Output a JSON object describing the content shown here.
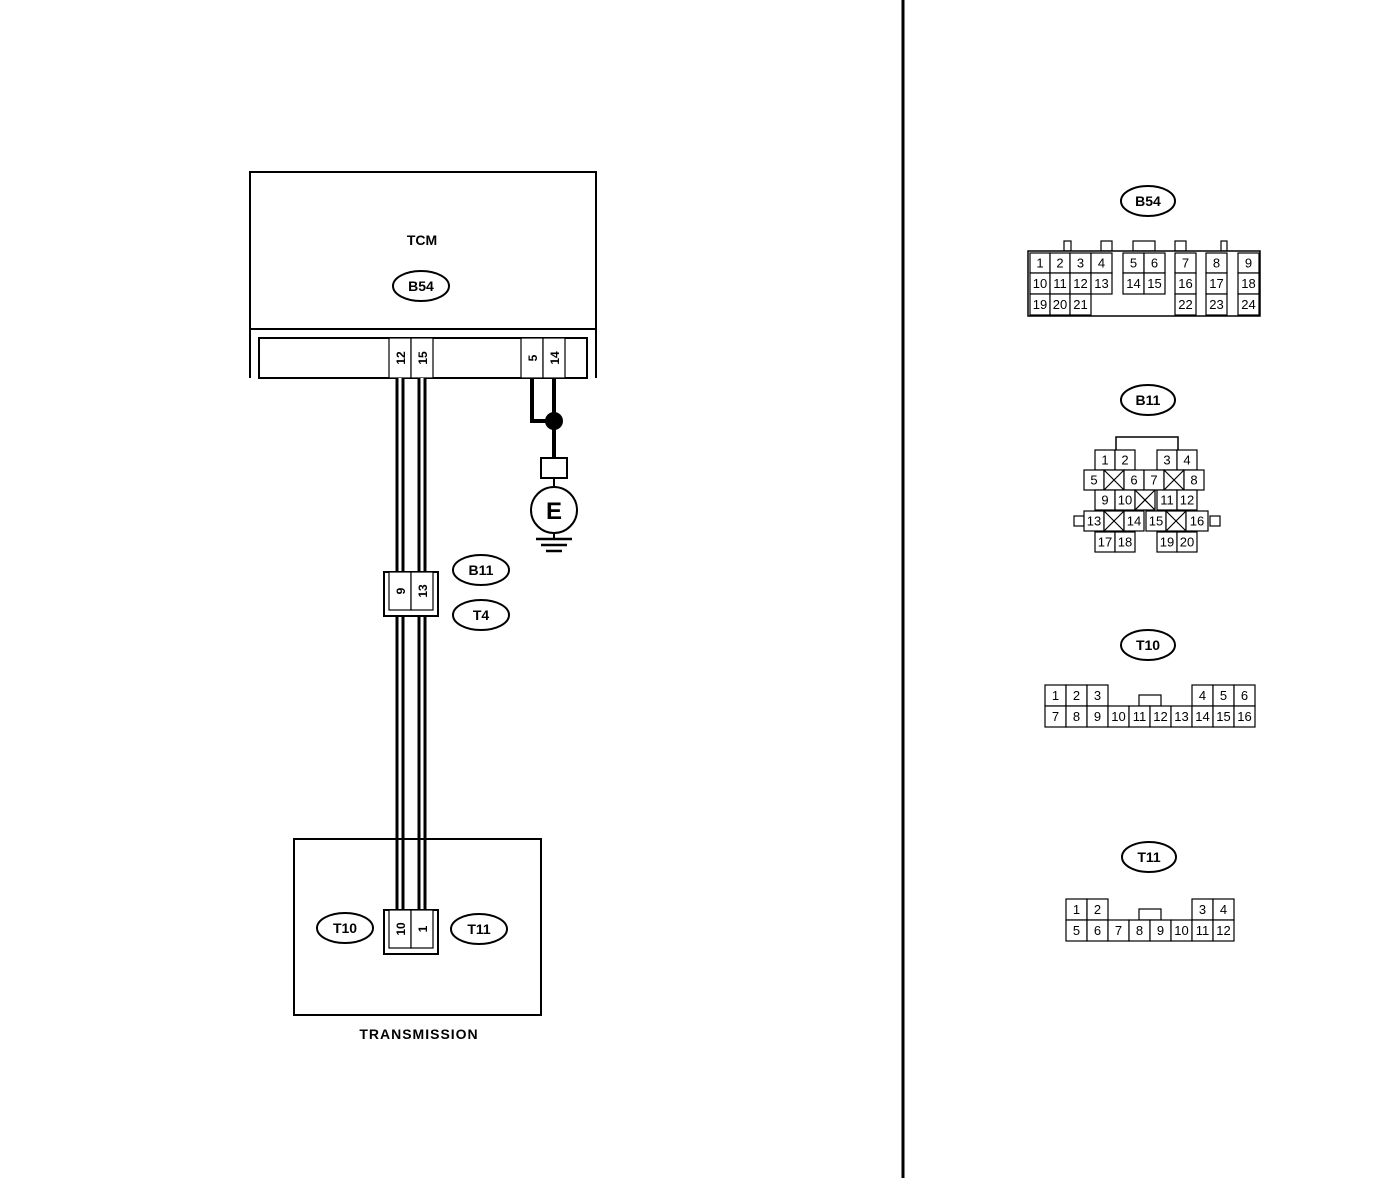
{
  "diagram": {
    "tcm": {
      "title": "TCM",
      "connector": "B54",
      "pins_a": [
        "12",
        "15"
      ],
      "pins_b": [
        "5",
        "14"
      ]
    },
    "ground": {
      "symbol": "E"
    },
    "inline_connector": {
      "pins": [
        "9",
        "13"
      ],
      "connectors": [
        "B11",
        "T4"
      ]
    },
    "transmission": {
      "title": "TRANSMISSION",
      "pins": [
        "10",
        "1"
      ],
      "connector_left": "T10",
      "connector_right": "T11"
    }
  },
  "connector_views": {
    "b54": {
      "label": "B54",
      "row1": [
        "1",
        "2",
        "3",
        "4",
        "5",
        "6",
        "7",
        "8",
        "9"
      ],
      "row2": [
        "10",
        "11",
        "12",
        "13",
        "14",
        "15",
        "16",
        "17",
        "18"
      ],
      "row3": [
        "19",
        "20",
        "21",
        "22",
        "23",
        "24"
      ]
    },
    "b11": {
      "label": "B11",
      "row1": [
        "1",
        "2",
        "3",
        "4"
      ],
      "row2": [
        "5",
        "6",
        "7",
        "8"
      ],
      "row3": [
        "9",
        "10",
        "11",
        "12"
      ],
      "row4": [
        "13",
        "14",
        "15",
        "16"
      ],
      "row5": [
        "17",
        "18",
        "19",
        "20"
      ]
    },
    "t10": {
      "label": "T10",
      "row1": [
        "1",
        "2",
        "3",
        "4",
        "5",
        "6"
      ],
      "row2": [
        "7",
        "8",
        "9",
        "10",
        "11",
        "12",
        "13",
        "14",
        "15",
        "16"
      ]
    },
    "t11": {
      "label": "T11",
      "row1": [
        "1",
        "2",
        "3",
        "4"
      ],
      "row2": [
        "5",
        "6",
        "7",
        "8",
        "9",
        "10",
        "11",
        "12"
      ]
    }
  }
}
